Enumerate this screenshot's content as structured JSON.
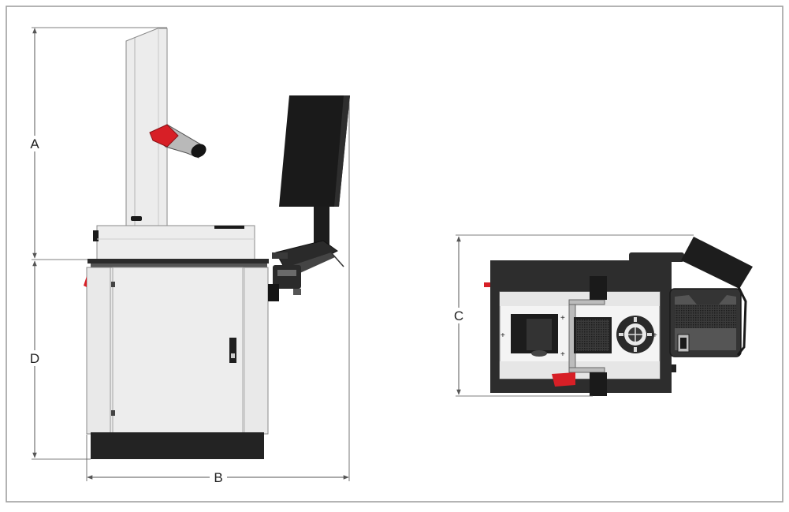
{
  "dimensions": {
    "a_label": "A",
    "b_label": "B",
    "c_label": "C",
    "d_label": "D"
  },
  "colors": {
    "frame": "#9a9a9a",
    "dim_line": "#555555",
    "panel_light": "#ececec",
    "panel_mid": "#d0d0d0",
    "dark": "#2a2a2a",
    "black": "#141414",
    "accent_red": "#d71f26"
  },
  "views": {
    "side": "side-elevation",
    "top": "top-plan"
  }
}
